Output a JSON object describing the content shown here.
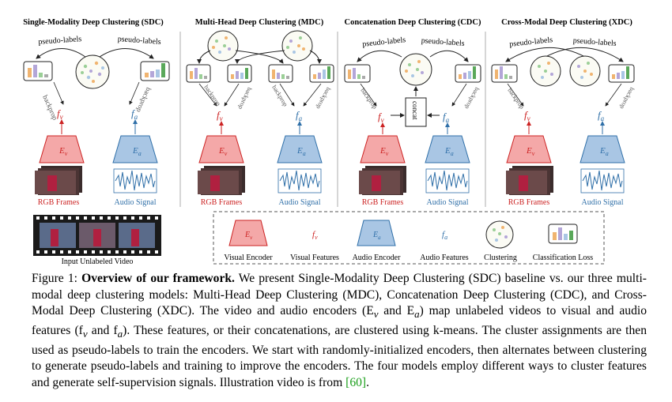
{
  "panels": [
    {
      "title": "Single-Modality Deep Clustering (SDC)"
    },
    {
      "title": "Multi-Head Deep Clustering (MDC)"
    },
    {
      "title": "Concatenation Deep Clustering (CDC)"
    },
    {
      "title": "Cross-Modal Deep Clustering (XDC)"
    }
  ],
  "labels": {
    "pseudo": "pseudo-labels",
    "backprop": "backprop",
    "concat": "concat",
    "fv": "f",
    "fa": "f",
    "sub_v": "v",
    "sub_a": "a",
    "ev": "E",
    "ea": "E",
    "rgb": "RGB Frames",
    "audio": "Audio Signal",
    "input_video": "Input Unlabeled Video"
  },
  "legend": {
    "items": [
      "Visual Encoder",
      "Visual Features",
      "Audio Encoder",
      "Audio Features",
      "Clustering",
      "Classification Loss"
    ]
  },
  "caption": {
    "prefix": "Figure 1: ",
    "bold": "Overview of our framework.",
    "text": " We present Single-Modality Deep Clustering (SDC) baseline vs. our three multi-modal deep clustering models: Multi-Head Deep Clustering (MDC), Concatenation Deep Clustering (CDC), and Cross-Modal Deep Clustering (XDC). The video and audio encoders (E",
    "text2": " and E",
    "text3": ") map unlabeled videos to visual and audio features (f",
    "text4": " and f",
    "text5": "). These features, or their concatenations, are clustered using k-means. The cluster assignments are then used as pseudo-labels to train the encoders. We start with randomly-initialized encoders, then alternates between clustering to generate pseudo-labels and training to improve the encoders. The four models employ different ways to cluster features and generate self-supervision signals. Illustration video is from ",
    "cite": "[60]",
    "end": "."
  },
  "colors": {
    "visual": "#cc2222",
    "audio": "#2f6fa8",
    "visual_fill": "#f4a8a8",
    "audio_fill": "#a9c6e4",
    "cite": "#1a9e1a"
  }
}
